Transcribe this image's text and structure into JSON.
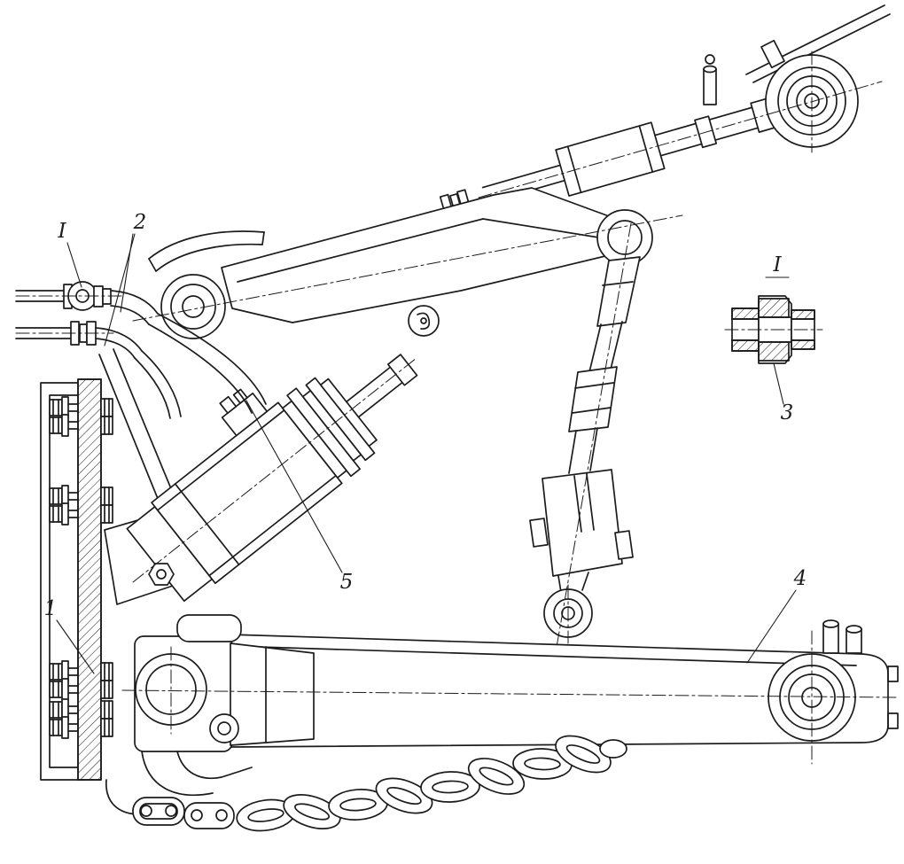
{
  "figure": {
    "callouts": {
      "hose_detail_ref": "I",
      "hoses": "2",
      "bolt": "1",
      "cylinder": "5",
      "lower_link": "4",
      "nut": "3",
      "detail_title": "I"
    },
    "colors": {
      "line": "#1c1c1c",
      "background": "#ffffff"
    }
  }
}
